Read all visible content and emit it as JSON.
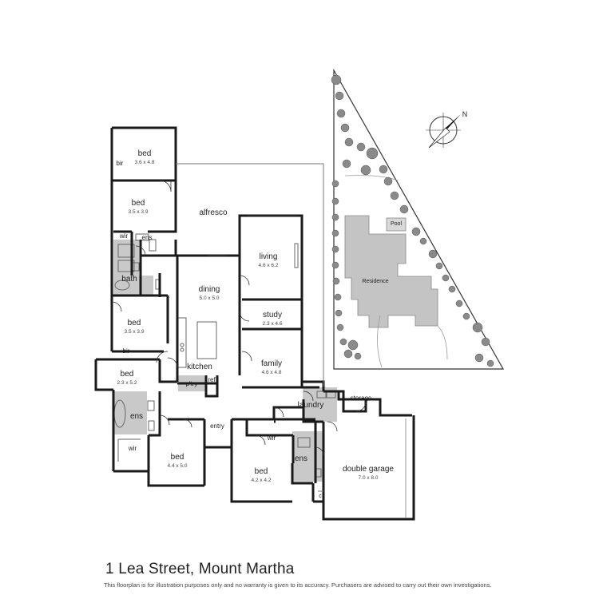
{
  "property": {
    "title": "1 Lea Street, Mount Martha",
    "disclaimer": "This floorplan is for illustration purposes only and no warranty is given to its accuracy. Purchasers are advised to carry out their own investigations."
  },
  "rooms": {
    "bed1": {
      "name": "bed",
      "size": "3.6 x 4.8"
    },
    "bed2": {
      "name": "bed",
      "size": "3.5 x 3.9"
    },
    "bed3": {
      "name": "bed",
      "size": "3.5 x 3.9"
    },
    "bed4": {
      "name": "bed",
      "size": "2.3 x 5.2"
    },
    "bed5": {
      "name": "bed",
      "size": "4.4 x 5.0"
    },
    "bed6": {
      "name": "bed",
      "size": "4.2 x 4.2"
    },
    "alfresco": {
      "name": "alfresco"
    },
    "living": {
      "name": "living",
      "size": "4.6 x 6.2"
    },
    "dining": {
      "name": "dining",
      "size": "5.0 x 5.0"
    },
    "study": {
      "name": "study",
      "size": "2.3 x 4.6"
    },
    "family": {
      "name": "family",
      "size": "4.6 x 4.8"
    },
    "kitchen": {
      "name": "kitchen"
    },
    "pantry": {
      "name": "p'try"
    },
    "ref": {
      "name": "ref"
    },
    "laundry": {
      "name": "laundry"
    },
    "storage": {
      "name": "storage"
    },
    "entry": {
      "name": "entry"
    },
    "garage": {
      "name": "double garage",
      "size": "7.0 x 8.0"
    },
    "bath": {
      "name": "bath"
    },
    "ens1": {
      "name": "ens"
    },
    "ens2": {
      "name": "ens"
    },
    "ens3": {
      "name": "ens"
    },
    "wir1": {
      "name": "wir"
    },
    "wir2": {
      "name": "wir"
    },
    "wir3": {
      "name": "wir"
    },
    "bir1": {
      "name": "bir"
    },
    "bir2": {
      "name": "bir"
    },
    "cupboard": {
      "name": "c"
    }
  },
  "site_plan": {
    "residence": "Residence",
    "pool": "Pool",
    "compass": "N"
  },
  "colors": {
    "wall": "#1a1a1a",
    "wet_area": "#c9c9c9",
    "site_building": "#c4c4c4",
    "tree": "#8a8a8a"
  }
}
